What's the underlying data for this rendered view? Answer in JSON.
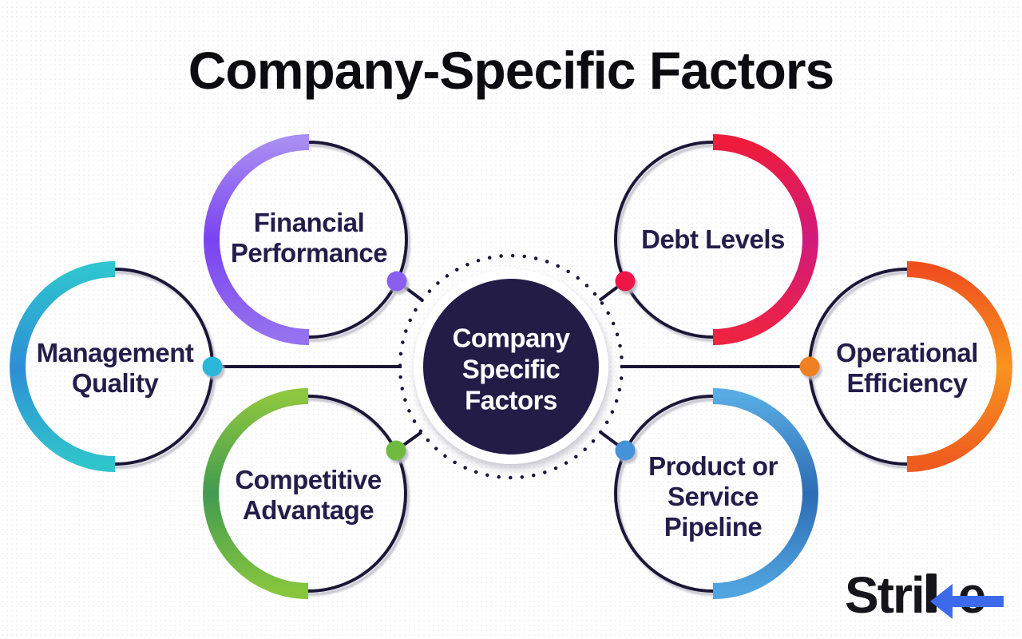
{
  "title": "Company-Specific Factors",
  "title_color": "#0b0b10",
  "line_color": "#1b1537",
  "text_color": "#241d4a",
  "hub": {
    "lines": [
      "Company",
      "Specific",
      "Factors"
    ],
    "fill": "#221c47",
    "text_color": "#ffffff"
  },
  "nodes": [
    {
      "id": "financial-performance",
      "lines": [
        "Financial",
        "Performance"
      ],
      "side": "left",
      "gradient": {
        "start": "#a88df2",
        "mid": "#7a43f0",
        "end": "#9571ef"
      },
      "dot": "#8a5ff0"
    },
    {
      "id": "debt-levels",
      "lines": [
        "Debt Levels"
      ],
      "side": "right",
      "gradient": {
        "start": "#ee1c3a",
        "mid": "#d11a7c",
        "end": "#ee2342"
      },
      "dot": "#ee1748"
    },
    {
      "id": "management-quality",
      "lines": [
        "Management",
        "Quality"
      ],
      "side": "left",
      "gradient": {
        "start": "#2fc4cf",
        "mid": "#2d8ed6",
        "end": "#30c5cb"
      },
      "dot": "#29b7d9"
    },
    {
      "id": "operational-efficiency",
      "lines": [
        "Operational",
        "Efficiency"
      ],
      "side": "right",
      "gradient": {
        "start": "#ef4f1e",
        "mid": "#f8941f",
        "end": "#ee5c1f"
      },
      "dot": "#f08122"
    },
    {
      "id": "competitive-advantage",
      "lines": [
        "Competitive",
        "Advantage"
      ],
      "side": "left",
      "gradient": {
        "start": "#8dc63f",
        "mid": "#429b51",
        "end": "#87c53e"
      },
      "dot": "#70ba3f"
    },
    {
      "id": "product-or-service-pipeline",
      "lines": [
        "Product or",
        "Service",
        "Pipeline"
      ],
      "side": "right",
      "gradient": {
        "start": "#58abe3",
        "mid": "#2d6cb4",
        "end": "#50a5e0"
      },
      "dot": "#4492d8"
    }
  ],
  "logo": {
    "brand": "Strike",
    "part1": "Stri",
    "part2": "e",
    "text_color": "#15151b",
    "arrow_color": "#3c6aea"
  }
}
